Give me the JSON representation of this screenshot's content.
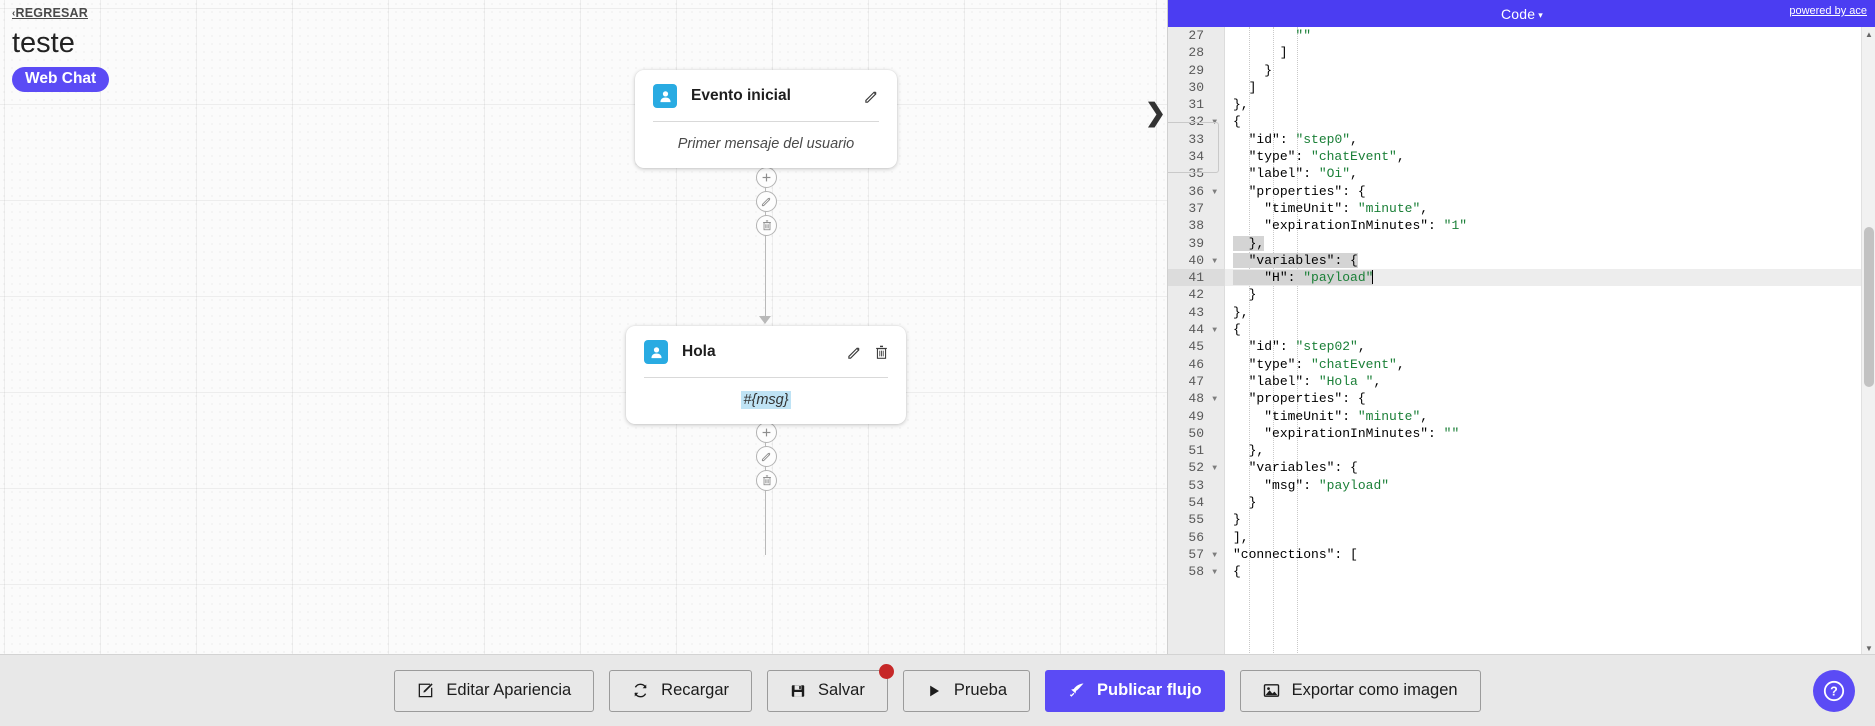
{
  "header": {
    "back_label": "REGRESAR",
    "back_chevron": "‹",
    "title": "teste",
    "channel_badge": "Web Chat"
  },
  "flow": {
    "nodes": [
      {
        "title": "Evento inicial",
        "body": "Primer mensaje del usuario",
        "avatar_icon": "user-icon",
        "edit_icon": "pencil-icon"
      },
      {
        "title": "Hola",
        "body": "#{msg}",
        "avatar_icon": "user-icon",
        "edit_icon": "pencil-icon",
        "delete_icon": "trash-icon"
      }
    ],
    "connector_buttons": [
      "add-icon",
      "pencil-icon",
      "trash-icon"
    ]
  },
  "code_panel": {
    "title": "Code",
    "title_caret": "▾",
    "powered_by": "powered by ace",
    "first_line_number": 27,
    "lines": [
      {
        "n": 27,
        "text": "        \"\""
      },
      {
        "n": 28,
        "text": "      ]"
      },
      {
        "n": 29,
        "text": "    }"
      },
      {
        "n": 30,
        "text": "  ]"
      },
      {
        "n": 31,
        "text": "},"
      },
      {
        "n": 32,
        "text": "{",
        "fold": true
      },
      {
        "n": 33,
        "text": "  \"id\": \"step0\","
      },
      {
        "n": 34,
        "text": "  \"type\": \"chatEvent\","
      },
      {
        "n": 35,
        "text": "  \"label\": \"Oi\","
      },
      {
        "n": 36,
        "text": "  \"properties\": {",
        "fold": true
      },
      {
        "n": 37,
        "text": "    \"timeUnit\": \"minute\","
      },
      {
        "n": 38,
        "text": "    \"expirationInMinutes\": \"1\""
      },
      {
        "n": 39,
        "text": "  },"
      },
      {
        "n": 40,
        "text": "  \"variables\": {",
        "fold": true
      },
      {
        "n": 41,
        "text": "    \"H\": \"payload\""
      },
      {
        "n": 42,
        "text": "  }"
      },
      {
        "n": 43,
        "text": "},"
      },
      {
        "n": 44,
        "text": "{",
        "fold": true
      },
      {
        "n": 45,
        "text": "  \"id\": \"step02\","
      },
      {
        "n": 46,
        "text": "  \"type\": \"chatEvent\","
      },
      {
        "n": 47,
        "text": "  \"label\": \"Hola \","
      },
      {
        "n": 48,
        "text": "  \"properties\": {",
        "fold": true
      },
      {
        "n": 49,
        "text": "    \"timeUnit\": \"minute\","
      },
      {
        "n": 50,
        "text": "    \"expirationInMinutes\": \"\""
      },
      {
        "n": 51,
        "text": "  },"
      },
      {
        "n": 52,
        "text": "  \"variables\": {",
        "fold": true
      },
      {
        "n": 53,
        "text": "    \"msg\": \"payload\""
      },
      {
        "n": 54,
        "text": "  }"
      },
      {
        "n": 55,
        "text": "}"
      },
      {
        "n": 56,
        "text": "],"
      },
      {
        "n": 57,
        "text": "\"connections\": [",
        "fold": true
      },
      {
        "n": 58,
        "text": "{",
        "fold": true
      }
    ],
    "cursor_line": 41,
    "selected_lines": [
      39,
      40,
      41
    ]
  },
  "toolbar": {
    "buttons": [
      {
        "label": "Editar Apariencia",
        "icon": "edit-square-icon",
        "primary": false,
        "badge": false
      },
      {
        "label": "Recargar",
        "icon": "refresh-icon",
        "primary": false,
        "badge": false
      },
      {
        "label": "Salvar",
        "icon": "save-disk-icon",
        "primary": false,
        "badge": true
      },
      {
        "label": "Prueba",
        "icon": "play-icon",
        "primary": false,
        "badge": false
      },
      {
        "label": "Publicar flujo",
        "icon": "rocket-icon",
        "primary": true,
        "badge": false
      },
      {
        "label": "Exportar como imagen",
        "icon": "image-icon",
        "primary": false,
        "badge": false
      }
    ]
  },
  "help": {
    "icon": "question-mark-icon"
  },
  "colors": {
    "brand_purple": "#5b4bf5",
    "code_header": "#4b3df2",
    "avatar_blue": "#29abe2",
    "badge_red": "#c62828",
    "string_green": "#1a7f37",
    "var_chip_bg": "#bfe3f5"
  }
}
